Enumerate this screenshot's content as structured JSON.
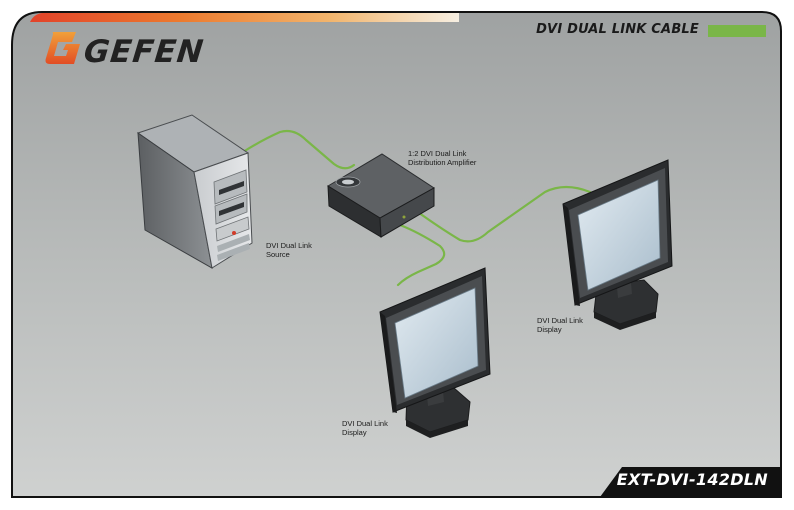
{
  "brand": {
    "name": "GEFEN"
  },
  "legend": {
    "label": "DVI DUAL LINK CABLE",
    "cable_color": "#7ab648"
  },
  "labels": {
    "amplifier": [
      "1:2 DVI Dual Link",
      "Distribution Amplifier"
    ],
    "source": [
      "DVI Dual Link",
      "Source"
    ],
    "display_right": [
      "DVI Dual Link",
      "Display"
    ],
    "display_bottom": [
      "DVI Dual Link",
      "Display"
    ]
  },
  "model": "EXT-DVI-142DLN",
  "colors": {
    "frame_fill": "#bcbfbe",
    "frame_border": "#111111",
    "accent_orange": "#e8562a",
    "accent_fade": "#f3e7d6"
  }
}
